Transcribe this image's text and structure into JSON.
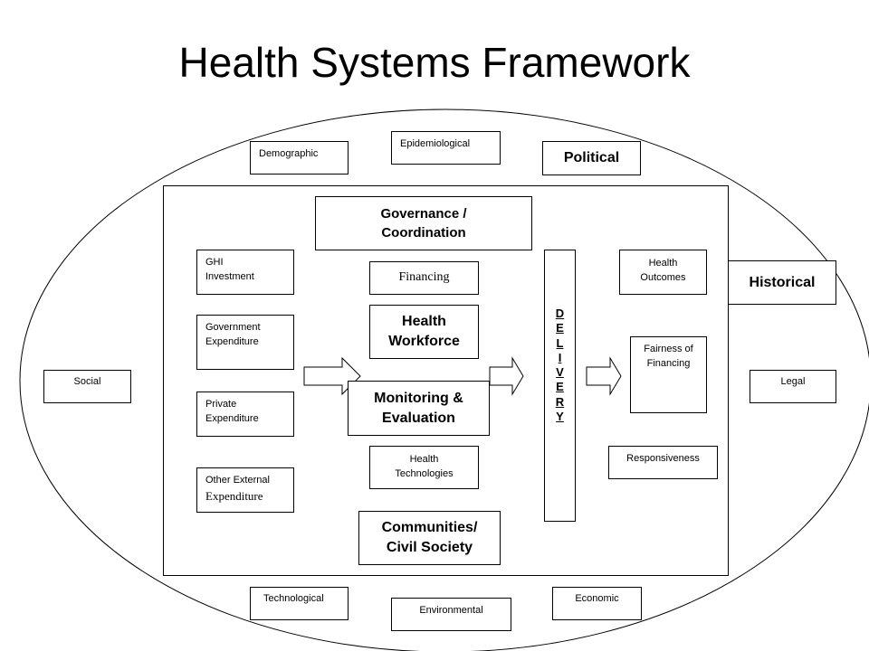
{
  "title": "Health Systems Framework",
  "outer_context": {
    "demographic": "Demographic",
    "epidemiological": "Epidemiological",
    "political": "Political",
    "historical": "Historical",
    "social": "Social",
    "legal": "Legal",
    "technological": "Technological",
    "environmental": "Environmental",
    "economic": "Economic"
  },
  "inputs": {
    "ghi_investment": [
      "GHI",
      "Investment"
    ],
    "government_expenditure": [
      "Government",
      "Expenditure"
    ],
    "private_expenditure": [
      "Private",
      "Expenditure"
    ],
    "other_external": [
      "Other External",
      "Expenditure"
    ]
  },
  "building_blocks": {
    "governance": [
      "Governance /",
      "Coordination"
    ],
    "financing": "Financing",
    "health_workforce": [
      "Health",
      "Workforce"
    ],
    "monitoring_evaluation": [
      "Monitoring &",
      "Evaluation"
    ],
    "health_technologies": [
      "Health",
      "Technologies"
    ],
    "communities": [
      "Communities/",
      "Civil Society"
    ]
  },
  "delivery": [
    "D",
    "E",
    "L",
    "I",
    "V",
    "E",
    "R",
    "Y"
  ],
  "outcomes": {
    "health_outcomes": [
      "Health",
      "Outcomes"
    ],
    "fairness_of_financing": [
      "Fairness of",
      "Financing"
    ],
    "responsiveness": "Responsiveness"
  }
}
